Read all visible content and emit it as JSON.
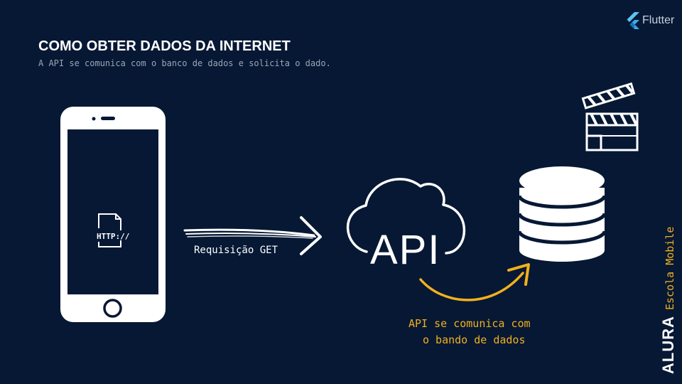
{
  "header": {
    "title": "COMO OBTER DADOS DA INTERNET",
    "subtitle": "A API se comunica com o banco de dados e solicita o dado."
  },
  "brand_logo": {
    "text": "Flutter",
    "icon": "flutter-icon"
  },
  "phone": {
    "file_label": "HTTP://",
    "icon": "phone-icon"
  },
  "request": {
    "label": "Requisição GET"
  },
  "cloud": {
    "label": "API",
    "icon": "cloud-icon"
  },
  "database": {
    "caption_line1": "API se comunica com",
    "caption_line2": "o bando de dados",
    "icon": "database-icon"
  },
  "clapperboard": {
    "icon": "clapperboard-icon"
  },
  "footer_brand": {
    "name": "ALURA",
    "sub": "Escola Mobile"
  },
  "colors": {
    "background": "#061834",
    "accent": "#f2b01e",
    "foreground": "#ffffff"
  }
}
